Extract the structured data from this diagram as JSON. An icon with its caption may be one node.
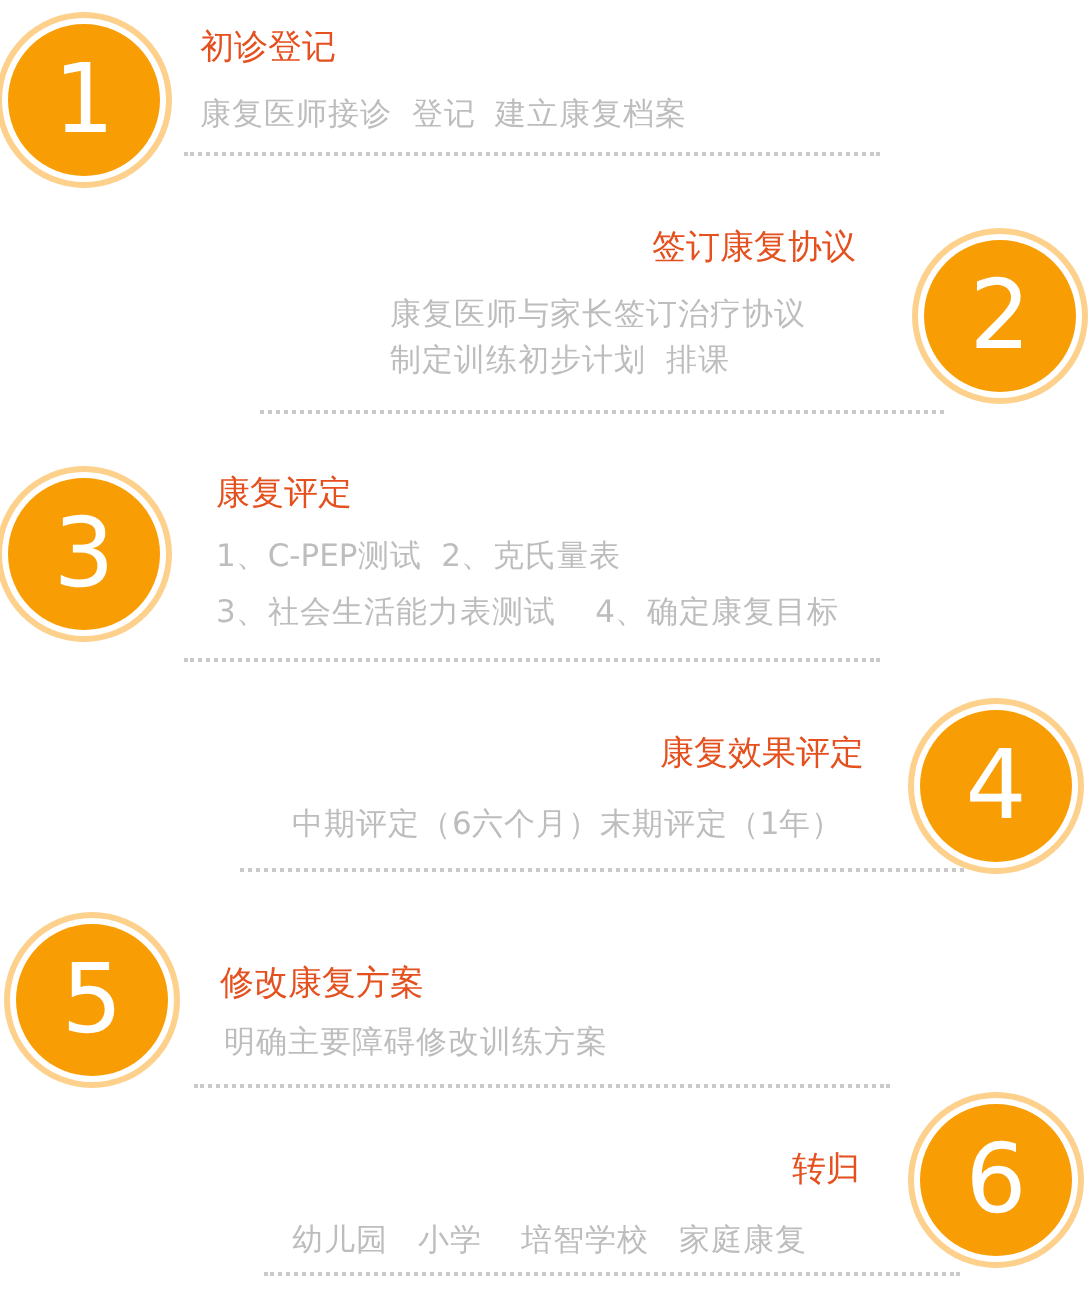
{
  "diagram": {
    "nodes": [
      {
        "text": [
          "1"
        ],
        "beside": [
          "初诊登记",
          "康复医师接诊  登记  建立康复档案"
        ]
      },
      {
        "text": [
          "2"
        ],
        "beside": [
          "签订康复协议",
          "康复医师与家长签订治疗协议",
          "制定训练初步计划  排课"
        ]
      },
      {
        "text": [
          "3"
        ],
        "beside": [
          "康复评定",
          "1、C-PEP测试  2、克氏量表",
          "3、社会生活能力表测试    4、确定康复目标"
        ]
      },
      {
        "text": [
          "4"
        ],
        "beside": [
          "康复效果评定",
          "中期评定（6六个月）末期评定（1年）"
        ]
      },
      {
        "text": [
          "5"
        ],
        "beside": [
          "修改康复方案",
          "明确主要障碍修改训练方案"
        ]
      },
      {
        "text": [
          "6"
        ],
        "beside": [
          "转归",
          "幼儿园   小学    培智学校   家庭康复"
        ]
      }
    ]
  }
}
